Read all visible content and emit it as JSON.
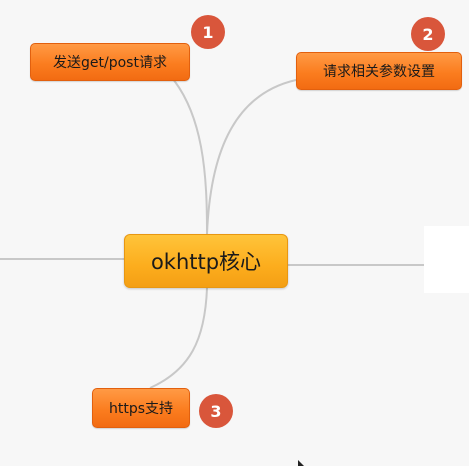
{
  "diagram": {
    "central": {
      "label": "okhttp核心"
    },
    "branches": [
      {
        "label": "发送get/post请求",
        "badge": "1"
      },
      {
        "label": "请求相关参数设置",
        "badge": "2"
      },
      {
        "label": "https支持",
        "badge": "3"
      }
    ]
  },
  "colors": {
    "background": "#f7f7f7",
    "branch_fill": "#fb7d1f",
    "central_fill": "#fcad1d",
    "badge_fill": "#d9563b",
    "edge": "#c8c8c8"
  }
}
